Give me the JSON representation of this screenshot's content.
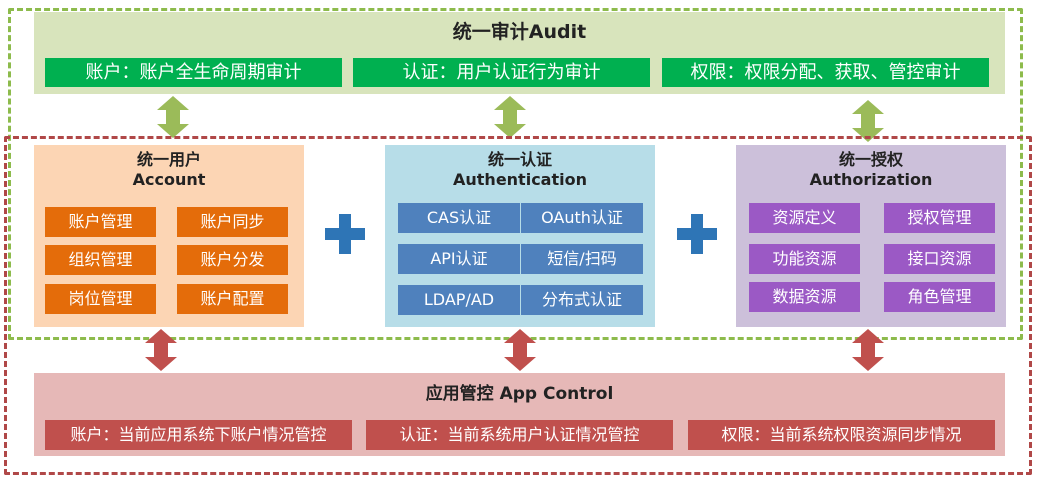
{
  "audit": {
    "title": "统一审计Audit",
    "items": [
      "账户：账户全生命周期审计",
      "认证：用户认证行为审计",
      "权限：权限分配、获取、管控审计"
    ]
  },
  "account": {
    "title_cn": "统一用户",
    "title_en": "Account",
    "items": [
      "账户管理",
      "账户同步",
      "组织管理",
      "账户分发",
      "岗位管理",
      "账户配置"
    ]
  },
  "authentication": {
    "title_cn": "统一认证",
    "title_en": "Authentication",
    "items": [
      "CAS认证",
      "OAuth认证",
      "API认证",
      "短信/扫码",
      "LDAP/AD",
      "分布式认证"
    ]
  },
  "authorization": {
    "title_cn": "统一授权",
    "title_en": "Authorization",
    "items": [
      "资源定义",
      "授权管理",
      "功能资源",
      "接口资源",
      "数据资源",
      "角色管理"
    ]
  },
  "control": {
    "title": "应用管控 App Control",
    "items": [
      "账户：当前应用系统下账户情况管控",
      "认证：当前系统用户认证情况管控",
      "权限：当前系统权限资源同步情况"
    ]
  },
  "colors": {
    "audit_band": "#d8e4bc",
    "audit_item": "#00b050",
    "account_panel": "#fcd5b4",
    "account_item": "#e46c0a",
    "auth_panel": "#b7dde8",
    "auth_item": "#4f81bd",
    "authz_panel": "#ccc0da",
    "authz_item": "#9b59c5",
    "control_band": "#e6b8b7",
    "control_item": "#c0504d",
    "green_arrow": "#9bbb59",
    "red_arrow": "#c0504d",
    "plus": "#2e75b6"
  }
}
